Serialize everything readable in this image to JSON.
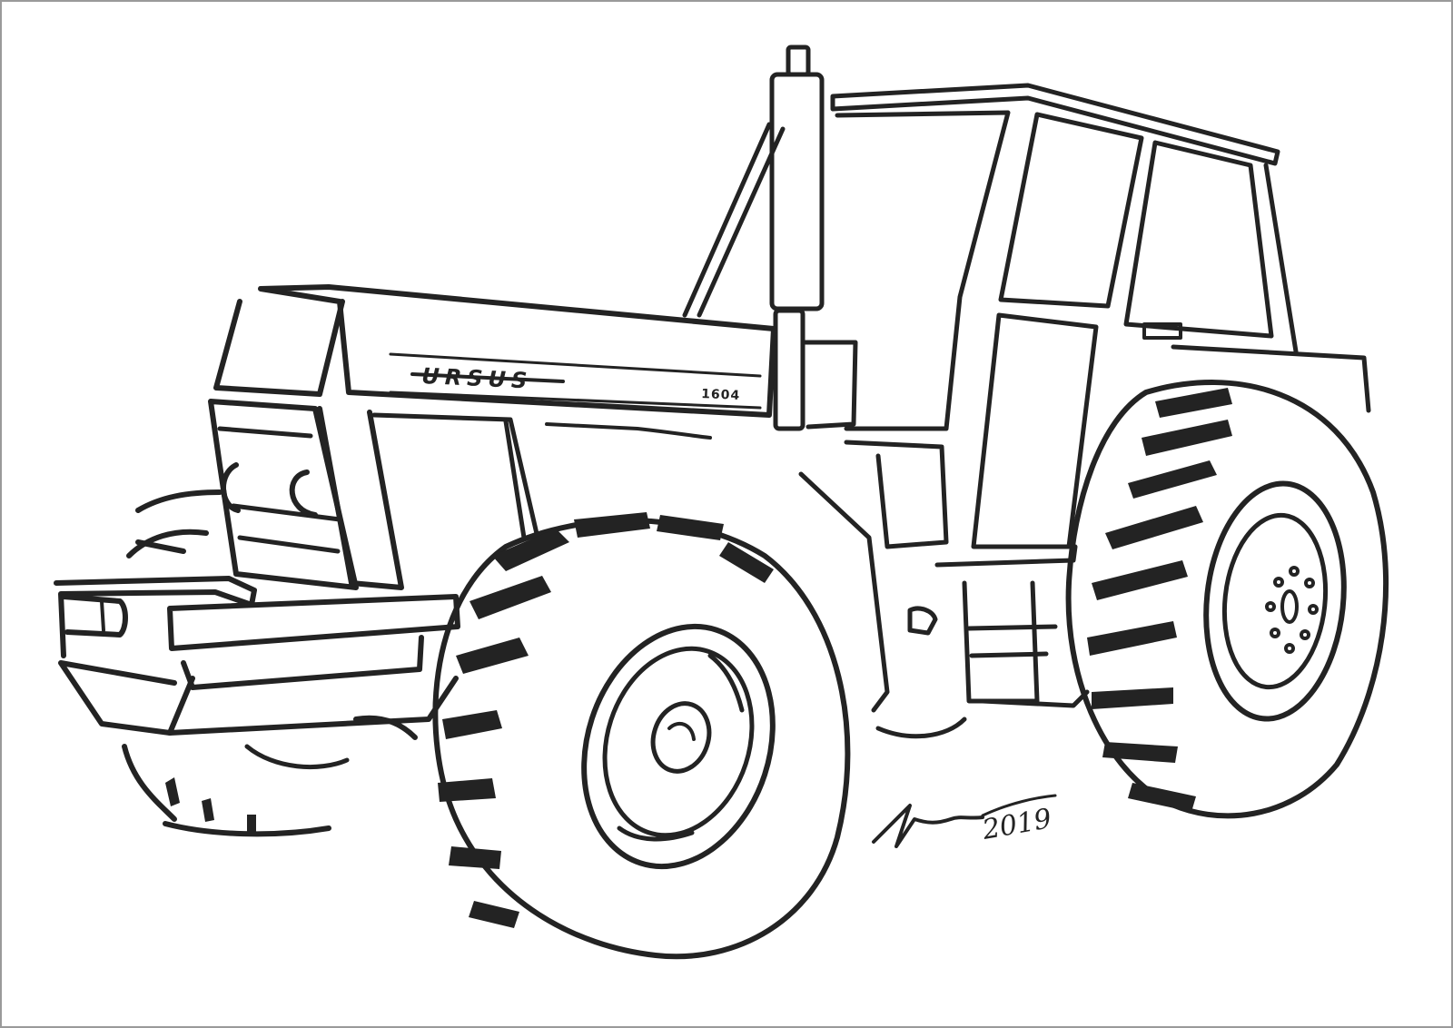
{
  "illustration": {
    "subject": "tractor line drawing",
    "brand_label": "URSUS",
    "model_label": "1604",
    "signature_year": "2019",
    "colors": {
      "ink": "#232323",
      "background": "#ffffff",
      "frame": "#9a9a9a"
    }
  }
}
